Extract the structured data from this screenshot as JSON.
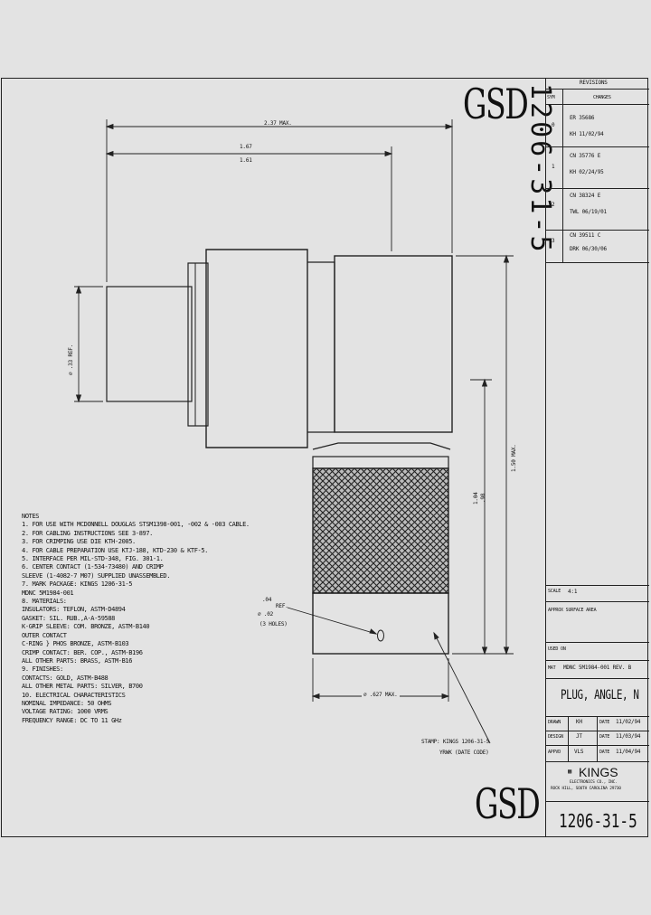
{
  "brand": {
    "watermark_top": "GSD",
    "watermark_bottom": "GSD"
  },
  "part_number_vertical": "1206-31-5",
  "revisions": {
    "title": "REVISIONS",
    "col_sym": "SYM",
    "col_changes": "CHANGES",
    "rows": [
      {
        "sym": "0",
        "line1": "ER  35686",
        "line2": "KH  11/02/94"
      },
      {
        "sym": "1",
        "line1": "CN  35776  E",
        "line2": "KH  02/24/95"
      },
      {
        "sym": "2",
        "line1": "CN  38324  E",
        "line2": "TWL  06/19/01"
      },
      {
        "sym": "3",
        "line1": "CN  39511  C",
        "line2": "DRK  06/30/06"
      }
    ]
  },
  "title_block": {
    "scale_label": "SCALE",
    "scale_value": "4:1",
    "approx_label": "APPROX SURFACE AREA",
    "used_on_label": "USED ON",
    "mat_label": "MAT",
    "mat_value": "MDNC 5M1984-001 REV. B",
    "title": "PLUG, ANGLE, N",
    "drawn_label": "DRAWN",
    "drawn_by": "KH",
    "drawn_date_label": "DATE",
    "drawn_date": "11/02/94",
    "design_label": "DESIGN",
    "design_by": "JT",
    "design_date_label": "DATE",
    "design_date": "11/03/94",
    "appvd_label": "APPVD",
    "appvd_by": "VLS",
    "appvd_date_label": "DATE",
    "appvd_date": "11/04/94",
    "company": "KINGS",
    "company_line2": "ELECTRONICS CO., INC.",
    "company_line3": "ROCK HILL, SOUTH CAROLINA 29730",
    "part_number": "1206-31-5"
  },
  "dimensions": {
    "overall_length": "2.37 MAX.",
    "body_length_max": "1.67",
    "body_length_min": "1.61",
    "ref_diameter": "⌀ .33 REF.",
    "height_max": "1.50 MAX.",
    "height_a": "1.04",
    "height_b": ".98",
    "hole_ref": ".04",
    "hole_ref_label": "REF.",
    "hole_dia": "⌀ .02",
    "hole_count": "(3 HOLES)",
    "width_max": "⌀ .627 MAX."
  },
  "stamp": {
    "line1": "STAMP: KINGS 1206-31-5",
    "line2": "YRWK (DATE CODE)"
  },
  "notes": {
    "heading": "NOTES",
    "lines": [
      "1. FOR USE WITH MCDONNELL DOUGLAS STSM1398-001, -002 & -003 CABLE.",
      "2. FOR CABLING INSTRUCTIONS SEE 3-897.",
      "3. FOR CRIMPING USE DIE KTH-2005.",
      "4. FOR CABLE PREPARATION USE KTJ-188, KTD-230 & KTF-5.",
      "5. INTERFACE PER MIL-STD-348, FIG. 301-1.",
      "6. CENTER CONTACT (1-534-73480) AND CRIMP",
      "    SLEEVE (1-4082-7 M07) SUPPLIED UNASSEMBLED.",
      "7. MARK PACKAGE: KINGS 1206-31-5",
      "                MDNC 5M1984-001",
      "8. MATERIALS:",
      "      INSULATORS: TEFLON, ASTM-D4894",
      "      GASKET: SIL. RUB.,A-A-59588",
      "      K-GRIP SLEEVE: COM. BRONZE, ASTM-B140",
      "      OUTER CONTACT",
      "      C-RING          } PHOS BRONZE, ASTM-B103",
      "      CRIMP CONTACT: BER. COP., ASTM-B196",
      "      ALL OTHER PARTS: BRASS, ASTM-B16",
      "9. FINISHES:",
      "      CONTACTS: GOLD, ASTM-B488",
      "      ALL OTHER METAL PARTS: SILVER, B700",
      "10. ELECTRICAL CHARACTERISTICS",
      "      NOMINAL IMPEDANCE: 50 OHMS",
      "      VOLTAGE RATING: 1000 VRMS",
      "      FREQUENCY RANGE: DC TO 11 GHz"
    ]
  }
}
